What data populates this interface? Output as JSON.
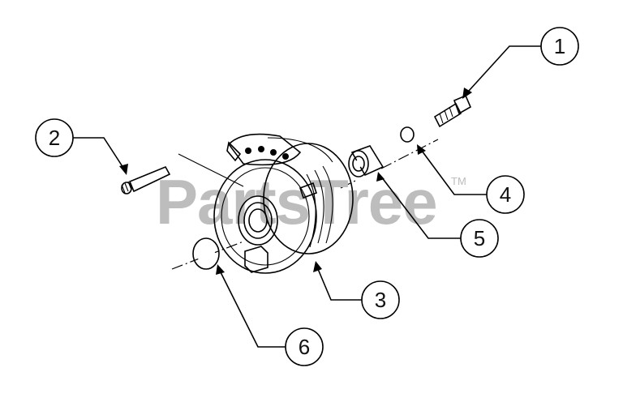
{
  "diagram": {
    "watermark": "PartsTree",
    "watermark_mark": "TM",
    "callouts": [
      {
        "id": "1",
        "label": "1"
      },
      {
        "id": "2",
        "label": "2"
      },
      {
        "id": "3",
        "label": "3"
      },
      {
        "id": "4",
        "label": "4"
      },
      {
        "id": "5",
        "label": "5"
      },
      {
        "id": "6",
        "label": "6"
      }
    ],
    "colors": {
      "ink": "#000000",
      "watermark": "#bdbdbd",
      "background": "#ffffff"
    }
  }
}
